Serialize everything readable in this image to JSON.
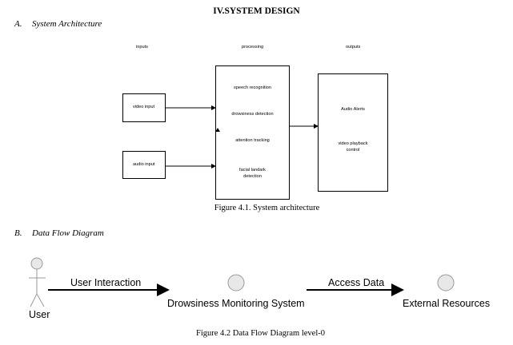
{
  "section": {
    "title": "IV.SYSTEM DESIGN",
    "subsections": [
      {
        "letter": "A.",
        "title": "System Architecture"
      },
      {
        "letter": "B.",
        "title": "Data Flow Diagram"
      }
    ]
  },
  "architecture": {
    "column_headers": {
      "inputs": "inputs",
      "processing": "processing",
      "outputs": "outputs"
    },
    "inputs": [
      "video input",
      "audio input"
    ],
    "processing": [
      "speech recognition",
      "drowsiness detection",
      "attention tracking",
      "facial landark detection"
    ],
    "outputs": [
      "Audio Alerts",
      "video playback control"
    ],
    "caption": "Figure 4.1. System architecture"
  },
  "dataflow": {
    "actors": [
      "User",
      "Drowsiness Monitoring System",
      "External Resources"
    ],
    "flows": [
      "User Interaction",
      "Access Data"
    ],
    "caption": "Figure 4.2 Data Flow Diagram level-0"
  }
}
